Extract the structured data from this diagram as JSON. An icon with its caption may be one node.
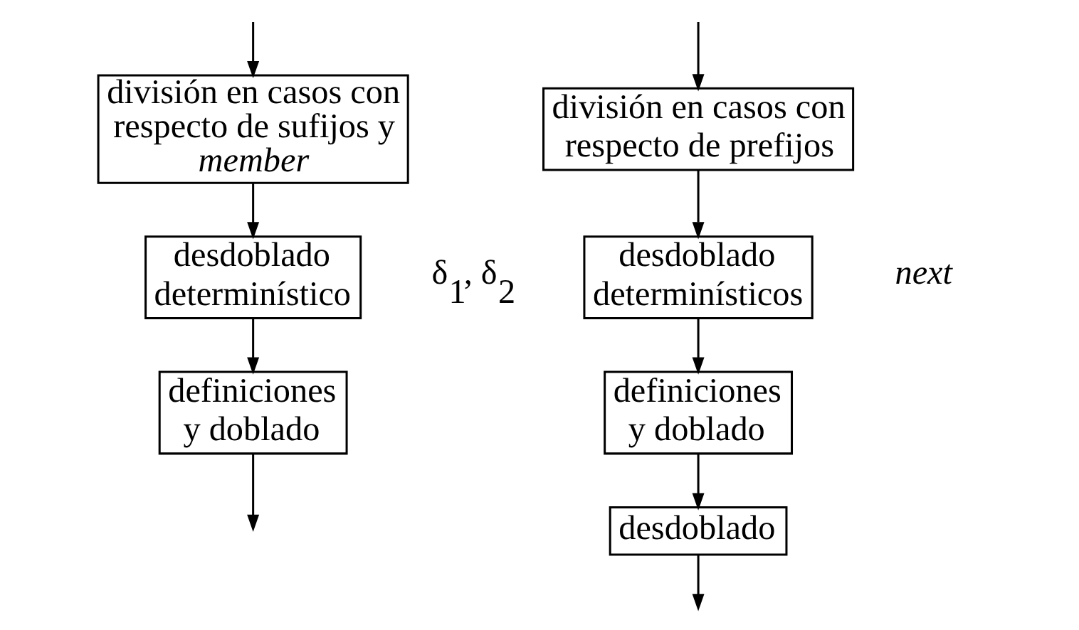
{
  "diagram": {
    "nodes": [
      {
        "text": [
          "división en casos con respecto de sufijos y *member*"
        ]
      },
      {
        "text": [
          "desdoblado determinístico"
        ],
        "beside": [
          "δ$_{1}$, δ$_{2}$"
        ]
      },
      {
        "text": [
          "definiciones y doblado"
        ]
      },
      {
        "text": [
          "división en casos con respecto de prefijos"
        ]
      },
      {
        "text": [
          "desdoblado determinísticos"
        ],
        "beside": [
          "*next*"
        ]
      },
      {
        "text": [
          "definiciones y doblado"
        ]
      },
      {
        "text": [
          "desdoblado"
        ]
      }
    ],
    "edges": [
      {
        "from": null,
        "to": 0,
        "arrow": "to"
      },
      {
        "from": 0,
        "to": 1,
        "arrow": "to"
      },
      {
        "from": 1,
        "to": 2,
        "arrow": "to"
      },
      {
        "from": 2,
        "to": null,
        "arrow": "to"
      },
      {
        "from": null,
        "to": 3,
        "arrow": "to"
      },
      {
        "from": 3,
        "to": 4,
        "arrow": "to"
      },
      {
        "from": 4,
        "to": 5,
        "arrow": "to"
      },
      {
        "from": 5,
        "to": 6,
        "arrow": "to"
      },
      {
        "from": 6,
        "to": null,
        "arrow": "to"
      }
    ]
  }
}
